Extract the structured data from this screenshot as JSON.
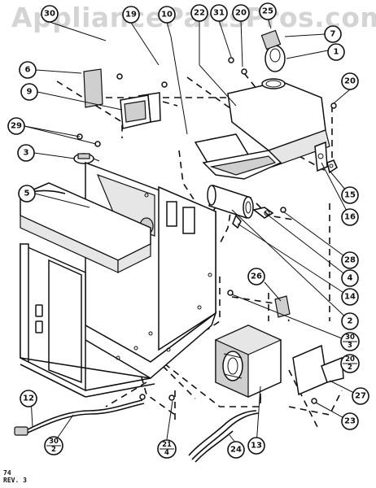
{
  "watermark": "AppliancePartsPros.com",
  "callouts": [
    {
      "id": "c30",
      "label": "30"
    },
    {
      "id": "c19",
      "label": "19"
    },
    {
      "id": "c10",
      "label": "10"
    },
    {
      "id": "c22",
      "label": "22"
    },
    {
      "id": "c31",
      "label": "31"
    },
    {
      "id": "c20a",
      "label": "20"
    },
    {
      "id": "c25",
      "label": "25"
    },
    {
      "id": "c7",
      "label": "7"
    },
    {
      "id": "c1",
      "label": "1"
    },
    {
      "id": "c6",
      "label": "6"
    },
    {
      "id": "c9",
      "label": "9"
    },
    {
      "id": "c29",
      "label": "29"
    },
    {
      "id": "c3",
      "label": "3"
    },
    {
      "id": "c5",
      "label": "5"
    },
    {
      "id": "c20b",
      "label": "20"
    },
    {
      "id": "c15",
      "label": "15"
    },
    {
      "id": "c16",
      "label": "16"
    },
    {
      "id": "c28",
      "label": "28"
    },
    {
      "id": "c4",
      "label": "4"
    },
    {
      "id": "c14",
      "label": "14"
    },
    {
      "id": "c26",
      "label": "26"
    },
    {
      "id": "c2",
      "label": "2"
    },
    {
      "id": "c27",
      "label": "27"
    },
    {
      "id": "c23",
      "label": "23"
    },
    {
      "id": "c13",
      "label": "13"
    },
    {
      "id": "c24",
      "label": "24"
    },
    {
      "id": "c12",
      "label": "12"
    }
  ],
  "fraction_callouts": [
    {
      "id": "f30_3",
      "top": "30",
      "bottom": "3"
    },
    {
      "id": "f20_2",
      "top": "20",
      "bottom": "2"
    },
    {
      "id": "f30_2",
      "top": "30",
      "bottom": "2"
    },
    {
      "id": "f21_4",
      "top": "21",
      "bottom": "4"
    }
  ],
  "footer": {
    "line1": "74",
    "line2": "REV. 3"
  }
}
